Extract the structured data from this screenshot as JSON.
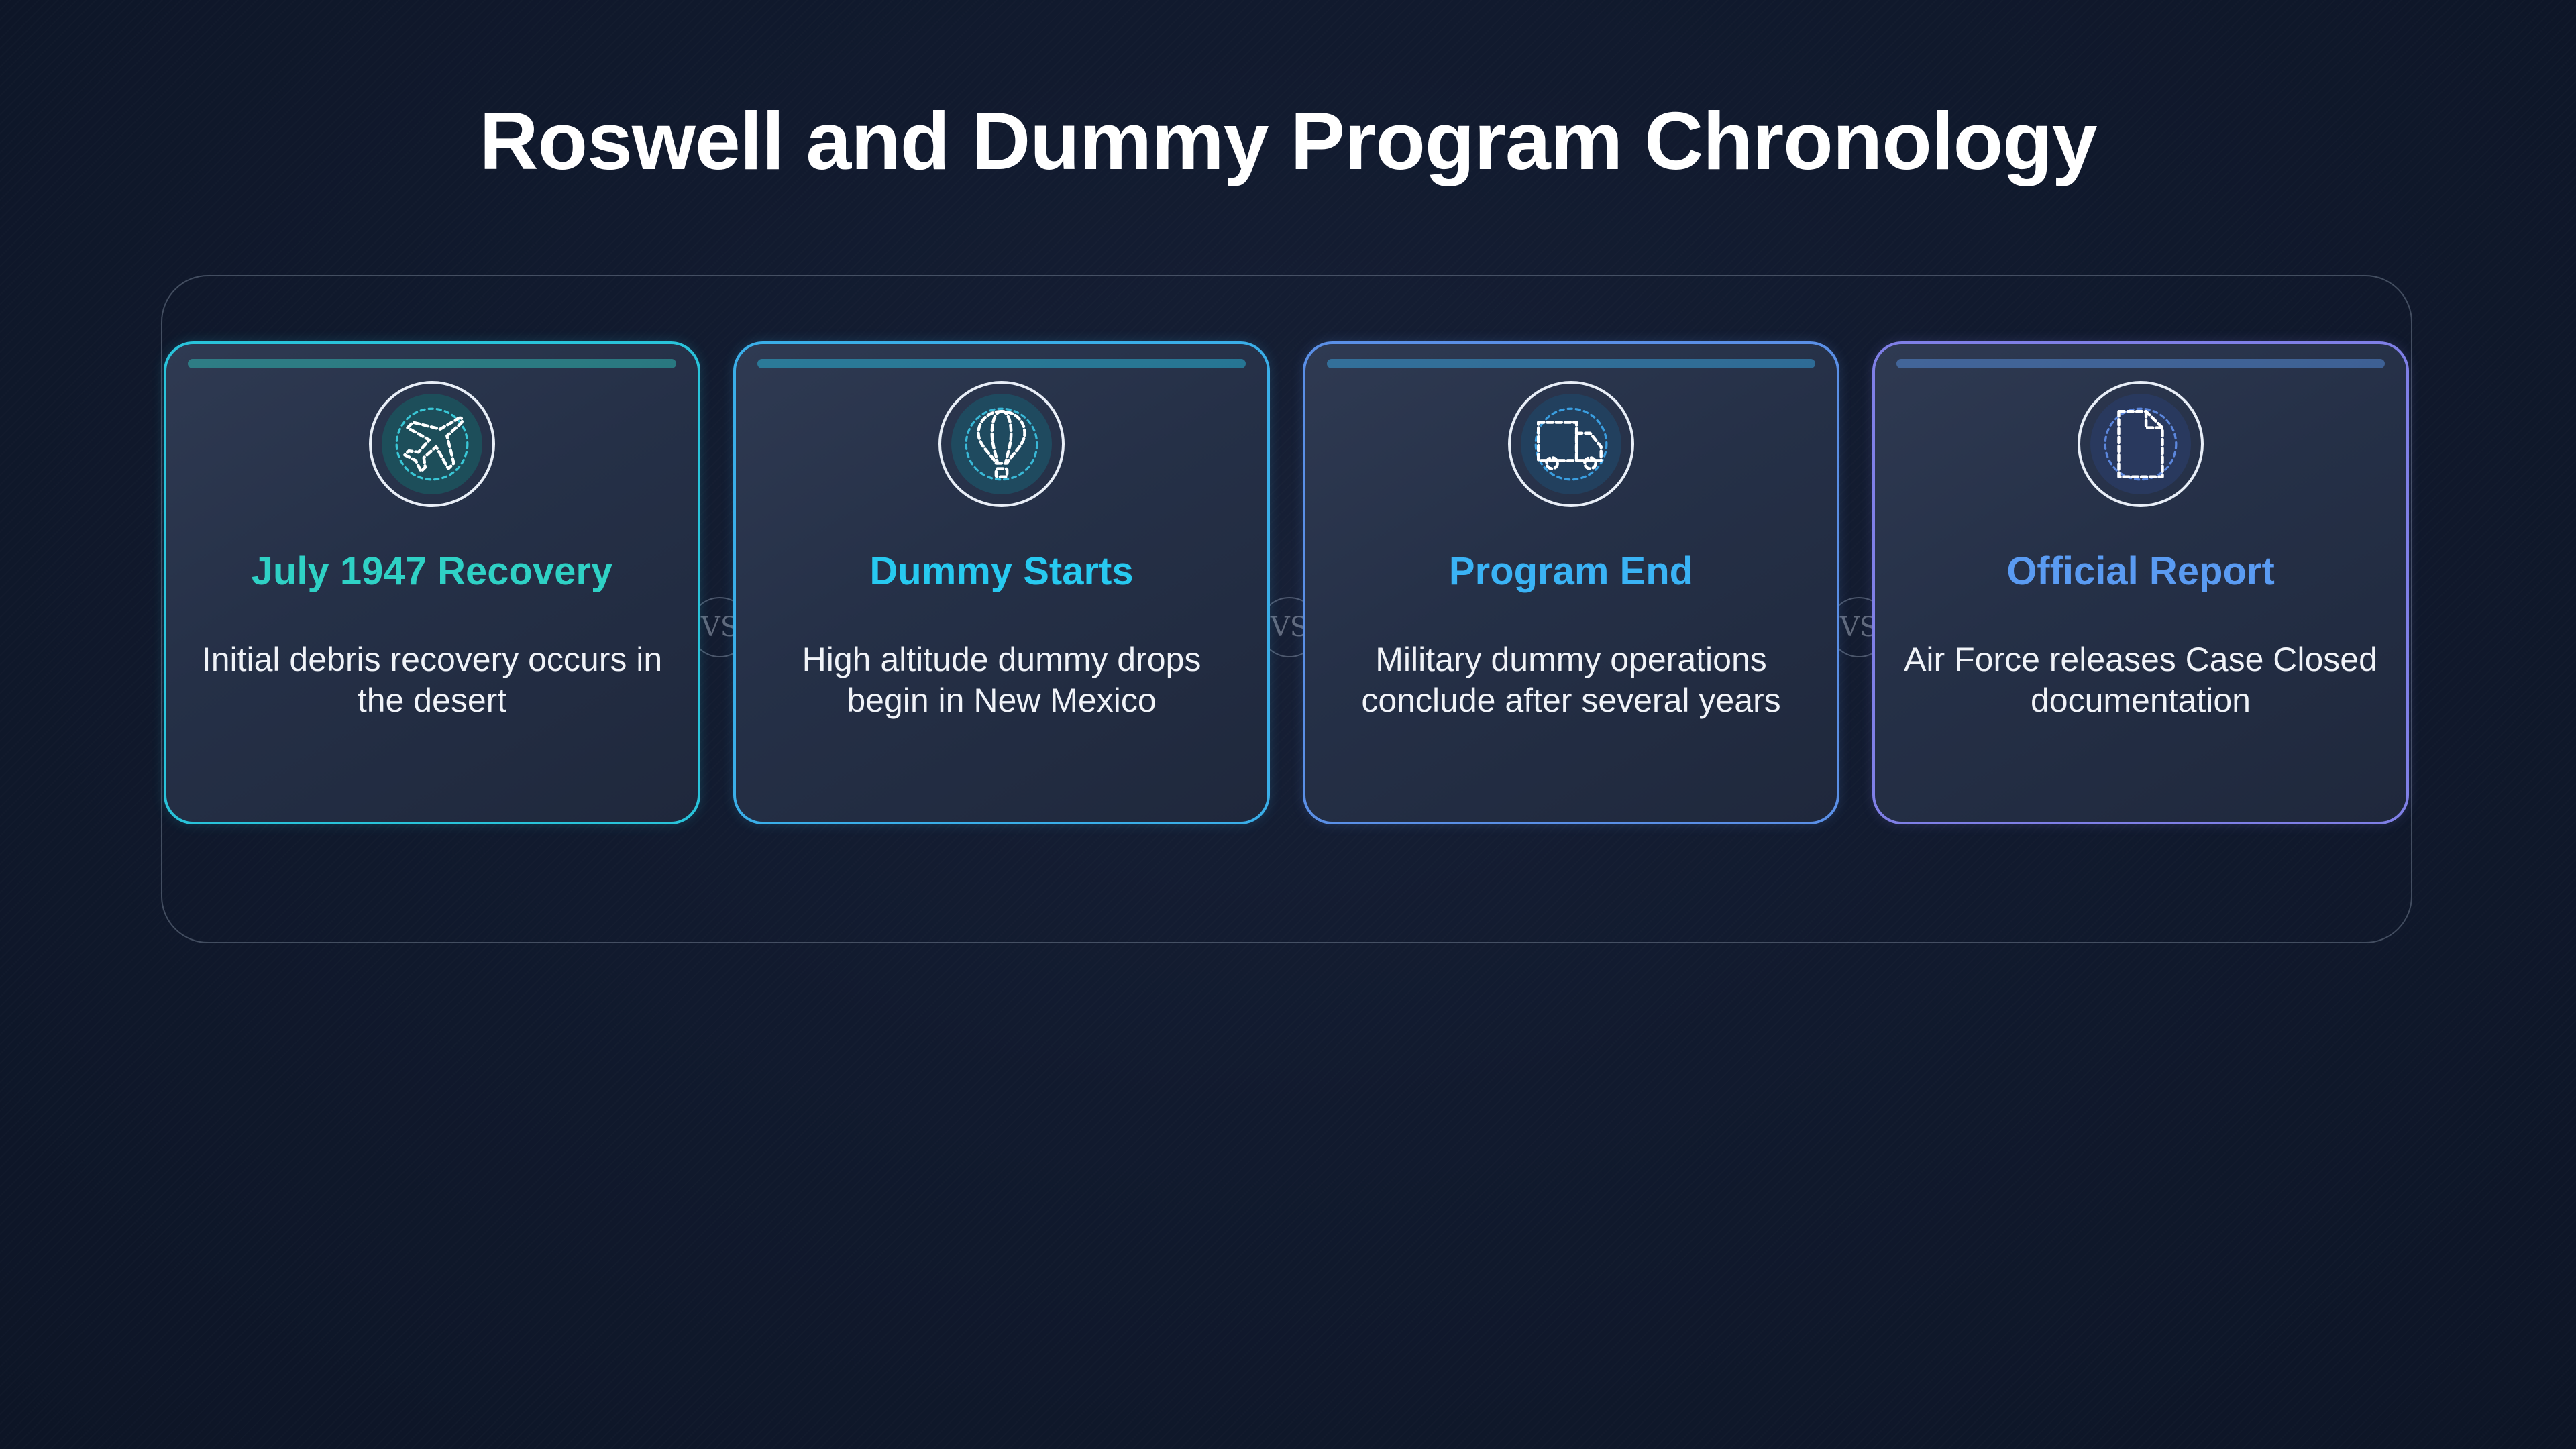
{
  "title": "Roswell and Dummy Program Chronology",
  "vs_label": "VS",
  "cards": [
    {
      "icon": "airplane-icon",
      "title": "July 1947 Recovery",
      "description": "Initial debris recovery occurs in the desert",
      "accent_color": "#2fd1c5",
      "border_color": "#29c3da"
    },
    {
      "icon": "hot-air-balloon-icon",
      "title": "Dummy Starts",
      "description": "High altitude dummy drops begin in New Mexico",
      "accent_color": "#27c9f0",
      "border_color": "#3aaee8"
    },
    {
      "icon": "truck-icon",
      "title": "Program End",
      "description": "Military dummy operations conclude after several years",
      "accent_color": "#3ab3f5",
      "border_color": "#5a8fe6"
    },
    {
      "icon": "document-icon",
      "title": "Official Report",
      "description": "Air Force releases Case Closed documentation",
      "accent_color": "#5a9bf2",
      "border_color": "#7f7fe6"
    }
  ]
}
